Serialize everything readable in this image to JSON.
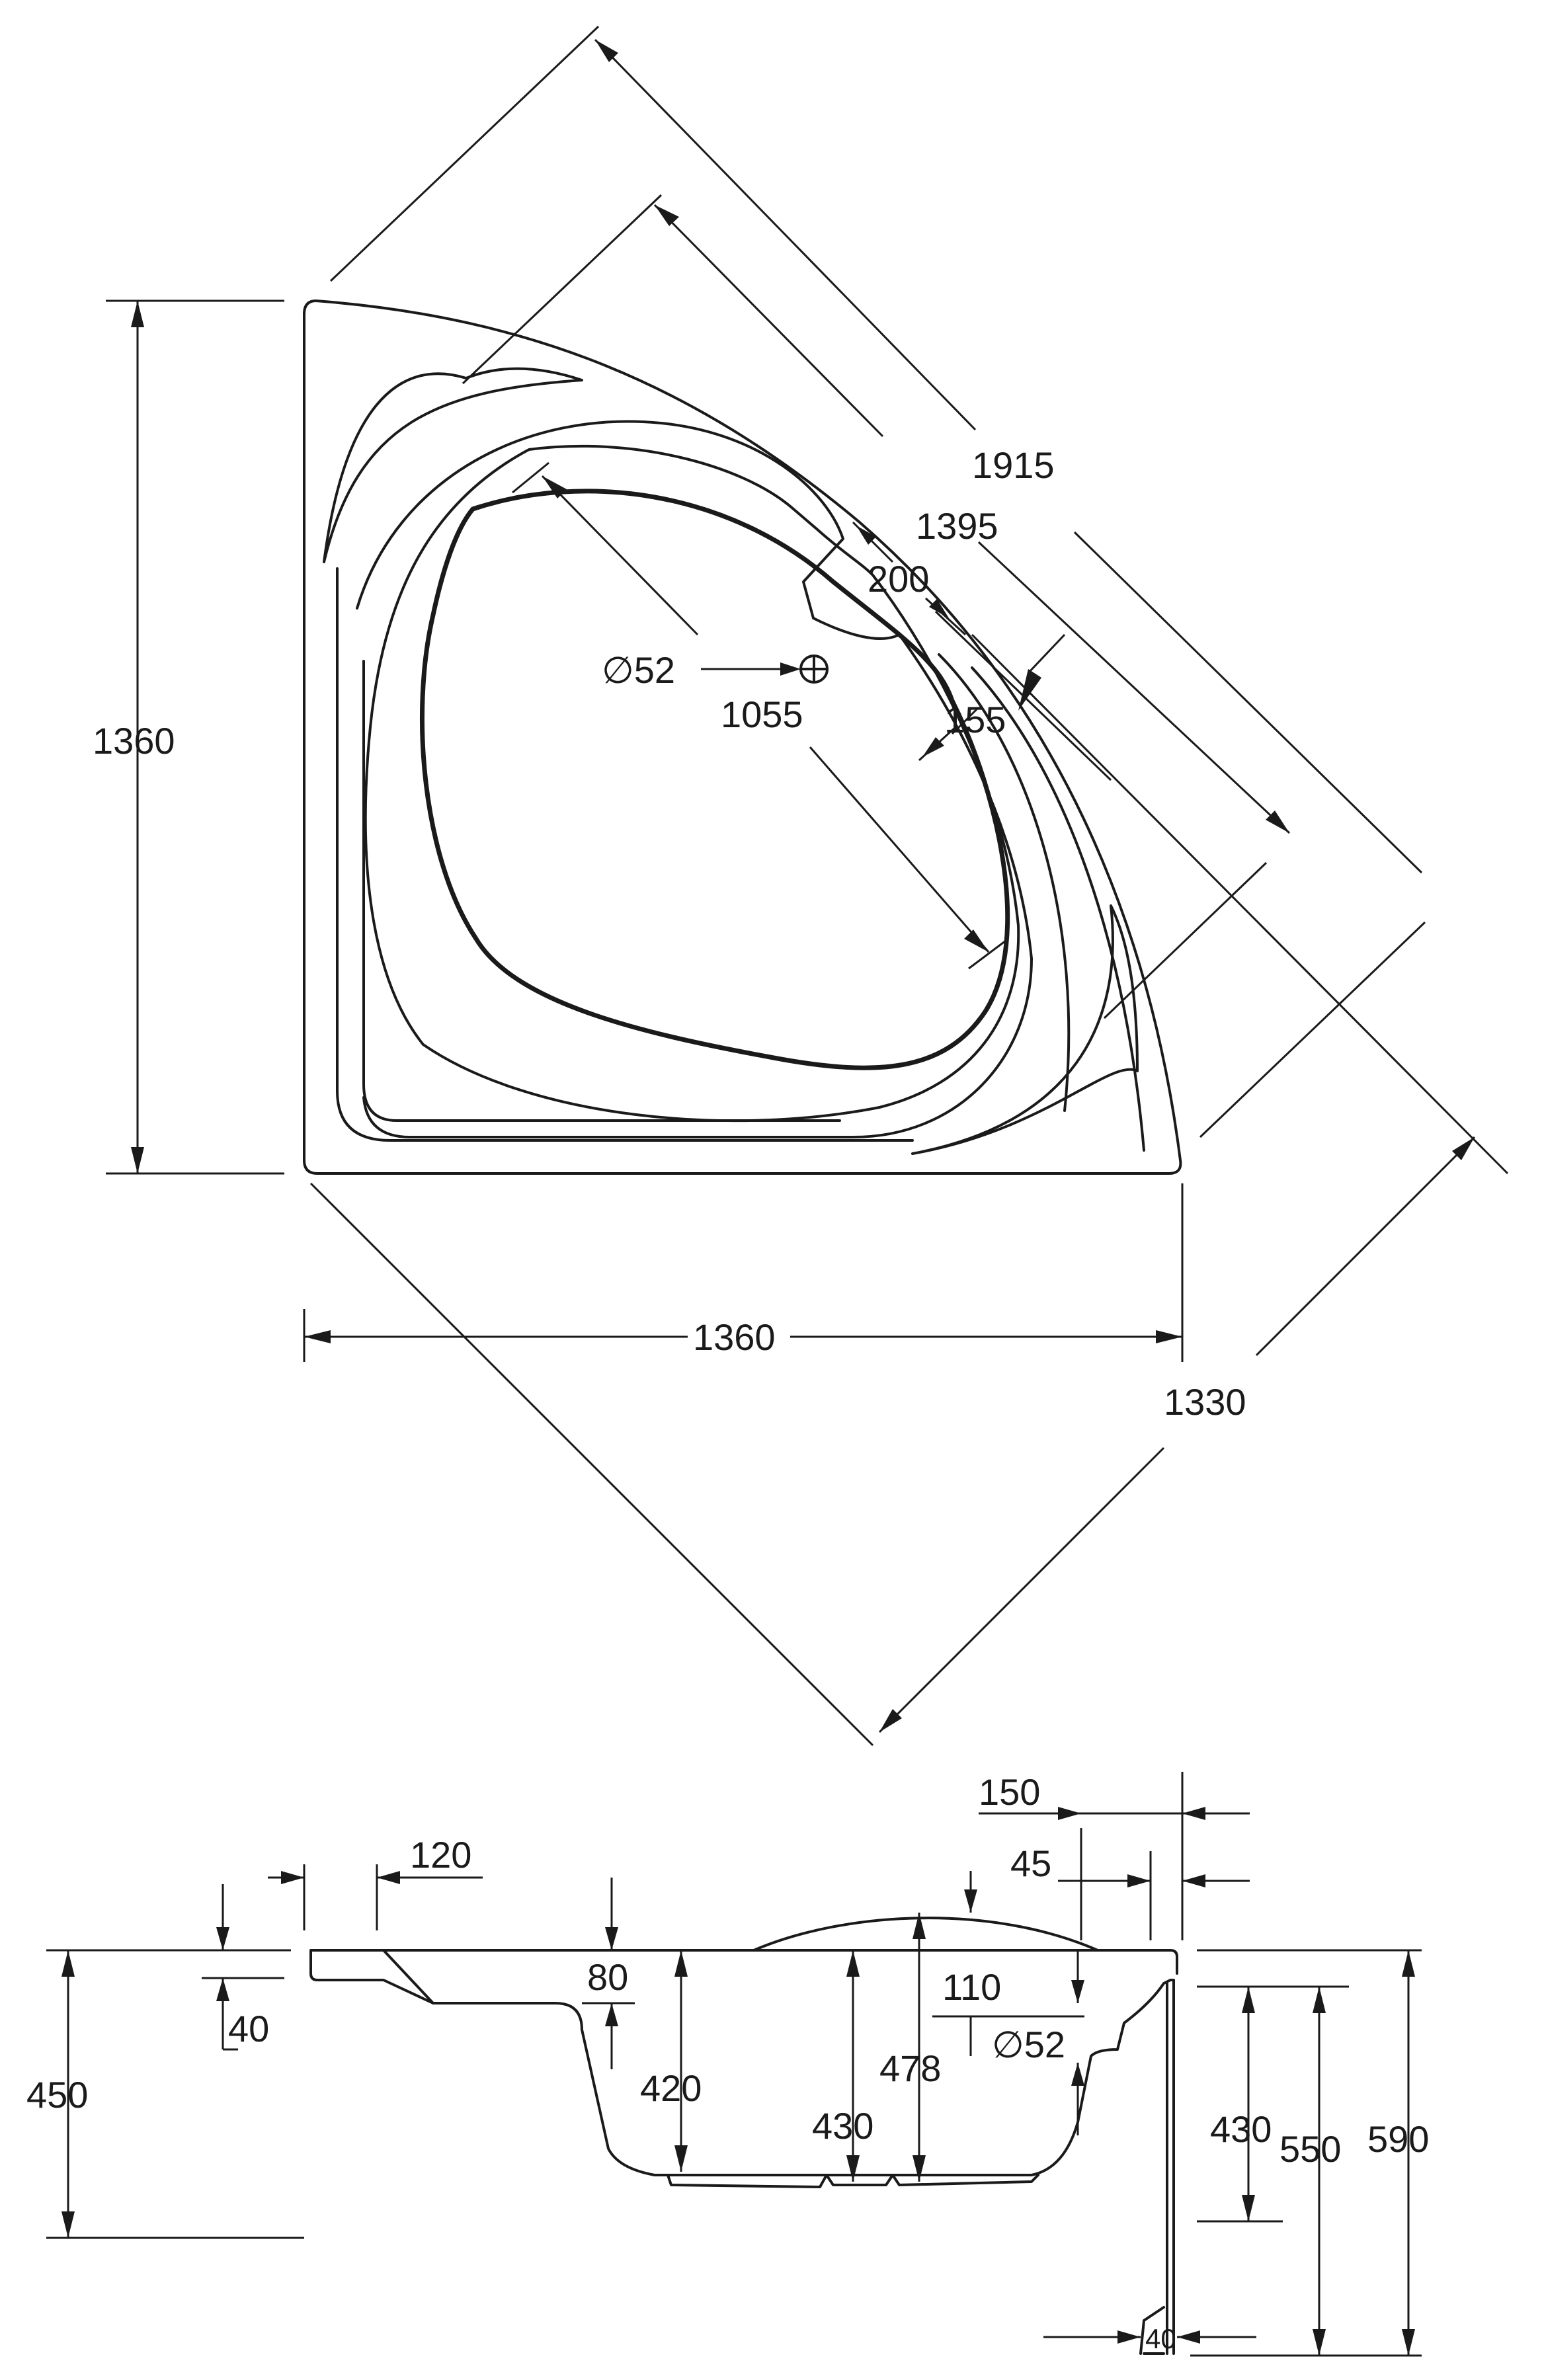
{
  "plan_view": {
    "overall_diagonal": "1915",
    "inner_diagonal": "1395",
    "seat_width": "200",
    "rim_width": "155",
    "basin_length": "1055",
    "drain_label": "∅52",
    "height": "1360",
    "width": "1360",
    "front_diagonal": "1330"
  },
  "side_view": {
    "rim_overhang": "120",
    "rim_thickness": "40",
    "seat_depth": "80",
    "overall_height": "450",
    "left_basin_depth": "420",
    "center_basin_depth": "430",
    "total_depth": "478",
    "overflow_offset": "110",
    "overflow_label": "∅52",
    "right_offset_150": "150",
    "right_offset_45": "45",
    "right_depth_430": "430",
    "right_height_550": "550",
    "right_height_590": "590",
    "foot_width": "40"
  }
}
